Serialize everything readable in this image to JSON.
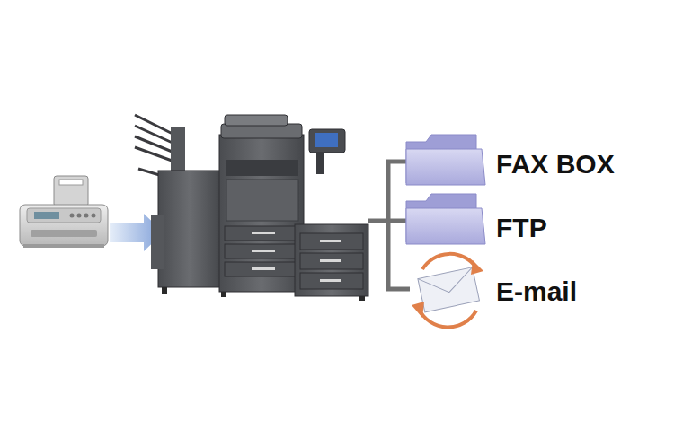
{
  "diagram": {
    "labels": [
      "FAX BOX",
      "FTP",
      "E-mail"
    ]
  }
}
